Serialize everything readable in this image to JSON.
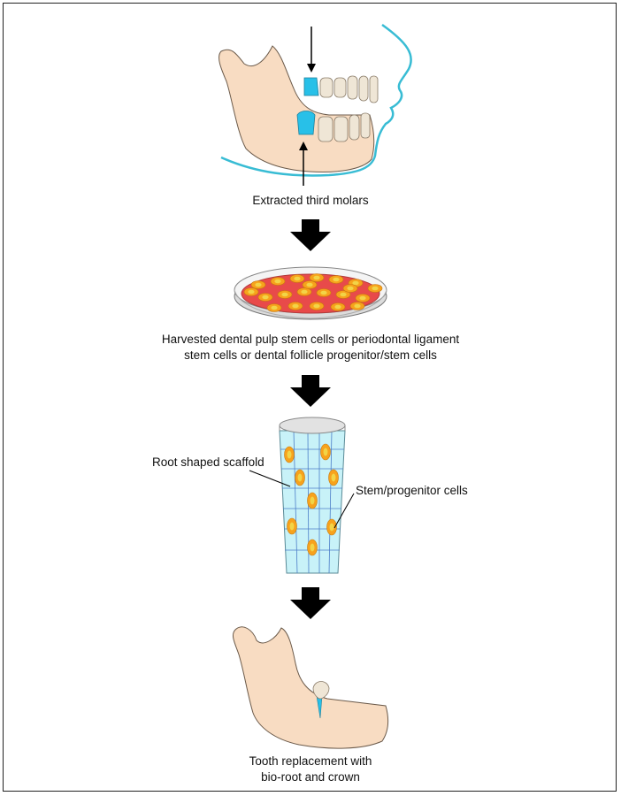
{
  "steps": {
    "step1_caption": "Extracted third molars",
    "step2_caption_line1": "Harvested dental pulp stem cells or periodontal ligament",
    "step2_caption_line2": "stem cells or dental follicle progenitor/stem cells",
    "step3_label_scaffold": "Root shaped scaffold",
    "step3_label_cells": "Stem/progenitor cells",
    "step4_caption_line1": "Tooth replacement with",
    "step4_caption_line2": "bio-root and crown"
  },
  "colors": {
    "bone": "#f8dcc2",
    "outline": "#6b5a4a",
    "face": "#38bcd4",
    "molar": "#28c0e8",
    "tooth": "#efe6d6",
    "dish_medium": "#e84a4a",
    "cell": "#f7a21c",
    "cell_nucleus": "#f2d447",
    "scaffold": "#c8f2f8",
    "arrow": "#000000"
  }
}
